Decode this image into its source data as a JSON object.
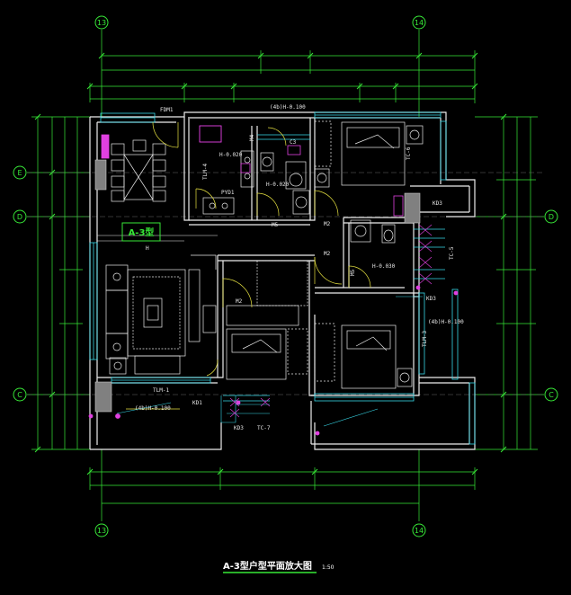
{
  "title": "A-3型户型平面放大图",
  "scale": "1:50",
  "unit_tag": "A-3型",
  "axes": {
    "top": [
      "13",
      "14"
    ],
    "bottom": [
      "13",
      "14"
    ],
    "left": [
      "E",
      "D",
      "C"
    ],
    "right": [
      "D",
      "C"
    ]
  },
  "labels": {
    "fdm1": "FDM1",
    "elev_top": "(4b)H-0.100",
    "m4": "M4",
    "c3": "C3",
    "tlm4": "TLM-4",
    "h0020": "H-0.020",
    "h0020b": "H-0.020",
    "pyd1": "PYD1",
    "m5a": "M5",
    "m2a": "M2",
    "m2b": "M2",
    "m5b": "M5",
    "h0030": "H-0.030",
    "kd3a": "KD3",
    "tc6": "TC-6",
    "tc5": "TC-5",
    "kd3b": "KD3",
    "elev_right": "(4b)H-0.100",
    "tlm3": "TLM-3",
    "h": "H",
    "m2c": "M2",
    "tlm1": "TLM-1",
    "kd1": "KD1",
    "elev_bottom": "(4b)H-0.100",
    "kd3c": "KD3",
    "tc7": "TC-7"
  },
  "colors": {
    "wall": "#ececec",
    "dim": "#37e837",
    "window": "#37d8e8",
    "furniture": "#e8e8e8",
    "fixture": "#e040e0",
    "axis": "#37e837",
    "yellow": "#e5e040",
    "column": "#808080"
  }
}
